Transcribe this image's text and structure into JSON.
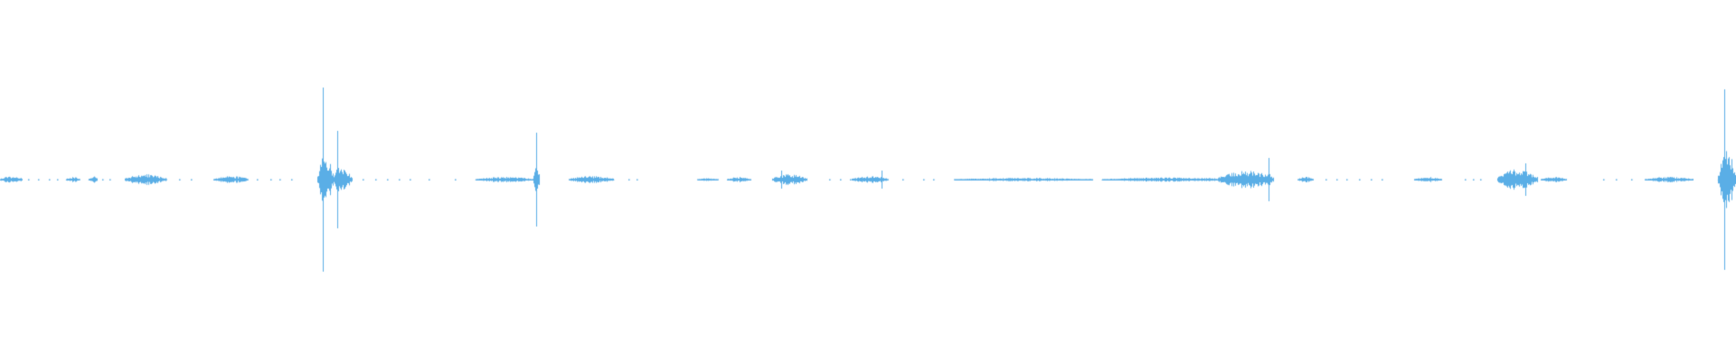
{
  "waveform": {
    "color": "#5aaee6",
    "background": "#ffffff",
    "duration_units": 100,
    "note": "",
    "segments": [
      {
        "start": 0.0,
        "end": 1.3,
        "amp": 0.02
      },
      {
        "start": 3.8,
        "end": 4.6,
        "amp": 0.015
      },
      {
        "start": 5.1,
        "end": 5.6,
        "amp": 0.02
      },
      {
        "start": 7.2,
        "end": 9.6,
        "amp": 0.03
      },
      {
        "start": 12.3,
        "end": 14.3,
        "amp": 0.02
      },
      {
        "start": 18.3,
        "end": 19.2,
        "amp": 0.13
      },
      {
        "start": 19.2,
        "end": 20.3,
        "amp": 0.06
      },
      {
        "start": 27.4,
        "end": 30.8,
        "amp": 0.015
      },
      {
        "start": 32.8,
        "end": 35.4,
        "amp": 0.02
      },
      {
        "start": 40.2,
        "end": 41.4,
        "amp": 0.008
      },
      {
        "start": 41.9,
        "end": 43.3,
        "amp": 0.015
      },
      {
        "start": 44.5,
        "end": 46.5,
        "amp": 0.03
      },
      {
        "start": 49.1,
        "end": 51.2,
        "amp": 0.02
      },
      {
        "start": 55.0,
        "end": 63.0,
        "amp": 0.01
      },
      {
        "start": 63.5,
        "end": 71.3,
        "amp": 0.012
      },
      {
        "start": 70.2,
        "end": 73.4,
        "amp": 0.05
      },
      {
        "start": 74.8,
        "end": 75.7,
        "amp": 0.015
      },
      {
        "start": 81.5,
        "end": 83.1,
        "amp": 0.015
      },
      {
        "start": 86.3,
        "end": 88.6,
        "amp": 0.06
      },
      {
        "start": 88.8,
        "end": 90.3,
        "amp": 0.015
      },
      {
        "start": 94.8,
        "end": 97.6,
        "amp": 0.015
      },
      {
        "start": 99.0,
        "end": 100.0,
        "amp": 0.16
      }
    ],
    "spikes": [
      {
        "t": 18.6,
        "amp": 0.51
      },
      {
        "t": 19.45,
        "amp": 0.27
      },
      {
        "t": 30.9,
        "amp": 0.26
      },
      {
        "t": 45.0,
        "amp": 0.05
      },
      {
        "t": 50.8,
        "amp": 0.05
      },
      {
        "t": 73.1,
        "amp": 0.12
      },
      {
        "t": 87.9,
        "amp": 0.09
      },
      {
        "t": 99.35,
        "amp": 0.5
      }
    ],
    "dots": [
      1.6,
      2.2,
      2.8,
      3.3,
      5.9,
      6.3,
      10.3,
      11.0,
      14.8,
      15.6,
      16.1,
      16.8,
      20.9,
      21.6,
      22.3,
      23.0,
      23.6,
      24.7,
      26.2,
      36.2,
      36.7,
      47.8,
      48.4,
      49.0,
      52.0,
      53.2,
      53.8,
      58.3,
      59.6,
      60.5,
      61.0,
      61.9,
      62.8,
      75.0,
      75.6,
      76.4,
      77.0,
      77.6,
      78.3,
      79.0,
      79.6,
      81.6,
      82.5,
      84.4,
      84.9,
      85.3,
      89.2,
      89.8,
      92.4,
      93.1,
      94.0
    ]
  }
}
